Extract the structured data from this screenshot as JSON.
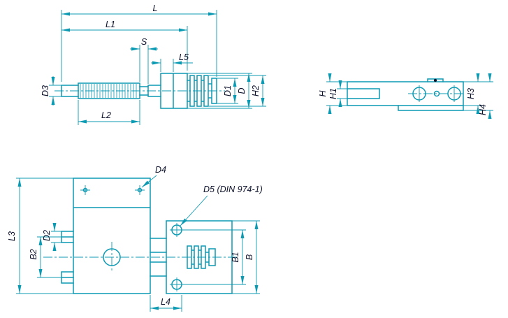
{
  "drawing": {
    "type": "technical-dimension-drawing",
    "colors": {
      "line": "#0c9ab3",
      "text": "#0f142e",
      "background": "#ffffff"
    },
    "labels": {
      "L": "L",
      "L1": "L1",
      "L2": "L2",
      "L5": "L5",
      "S": "S",
      "D3": "D3",
      "D1": "D1",
      "D": "D",
      "H2": "H2",
      "H": "H",
      "H1": "H1",
      "H3": "H3",
      "H4": "H4",
      "D4": "D4",
      "D5": "D5 (DIN 974-1)",
      "L3": "L3",
      "L4": "L4",
      "B": "B",
      "B1": "B1",
      "B2": "B2",
      "D2": "D2"
    }
  }
}
